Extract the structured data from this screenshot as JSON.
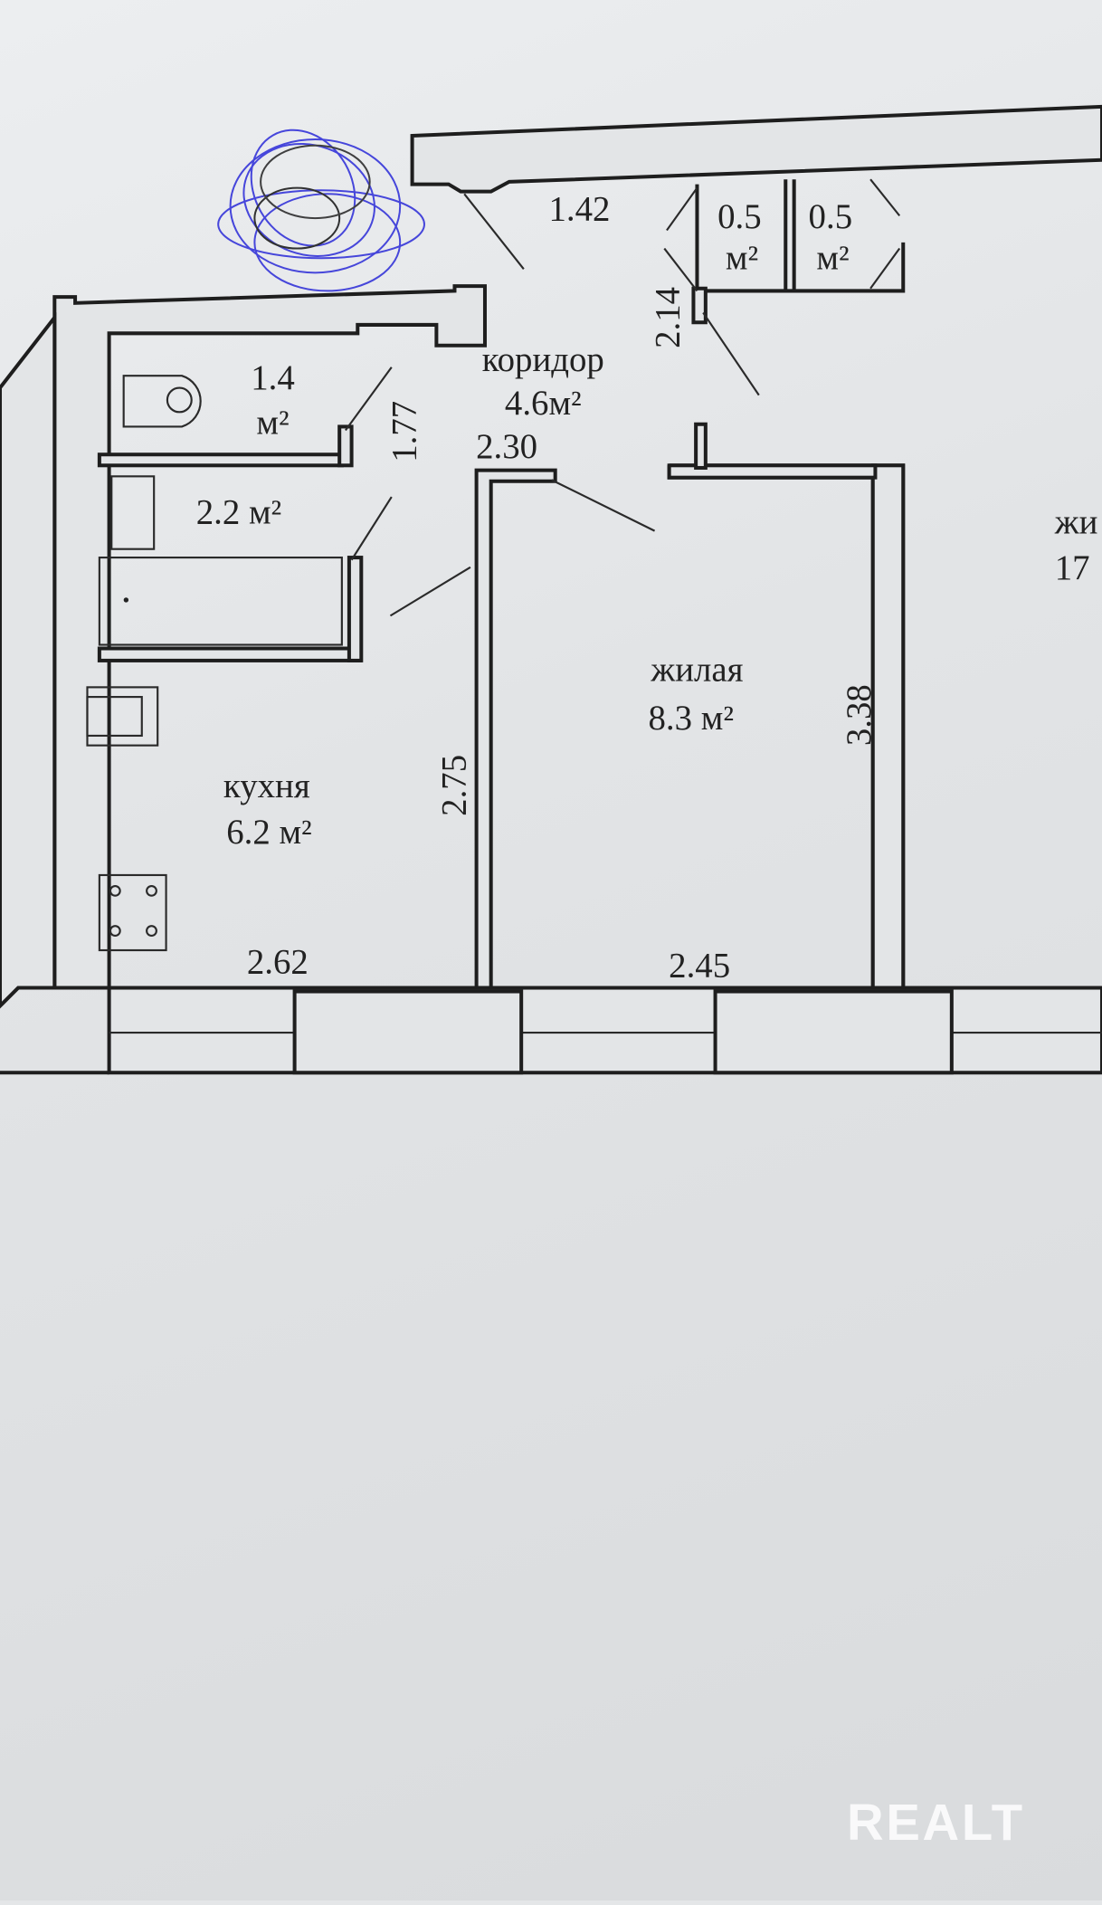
{
  "rooms": {
    "corridor": {
      "name": "коридор",
      "area": "4.6м²"
    },
    "living": {
      "name": "жилая",
      "area": "8.3 м²"
    },
    "kitchen": {
      "name": "кухня",
      "area": "6.2 м²"
    },
    "toilet": {
      "area_value": "1.4",
      "area_unit": "м²"
    },
    "bathroom": {
      "area": "2.2 м²"
    },
    "closet_1": {
      "area_value": "0.5",
      "area_unit": "м²"
    },
    "closet_2": {
      "area_value": "0.5",
      "area_unit": "м²"
    },
    "neighbor_room": {
      "name": "жи",
      "area": "17"
    }
  },
  "dimensions": {
    "d1": "1.42",
    "d2": "2.14",
    "d3": "1.77",
    "d4": "2.30",
    "d5": "2.75",
    "d6": "3.38",
    "d7": "2.62",
    "d8": "2.45"
  },
  "watermark": "REALT",
  "colors": {
    "scribble": "#2a2ad8",
    "walls": "#1e1e1e"
  }
}
